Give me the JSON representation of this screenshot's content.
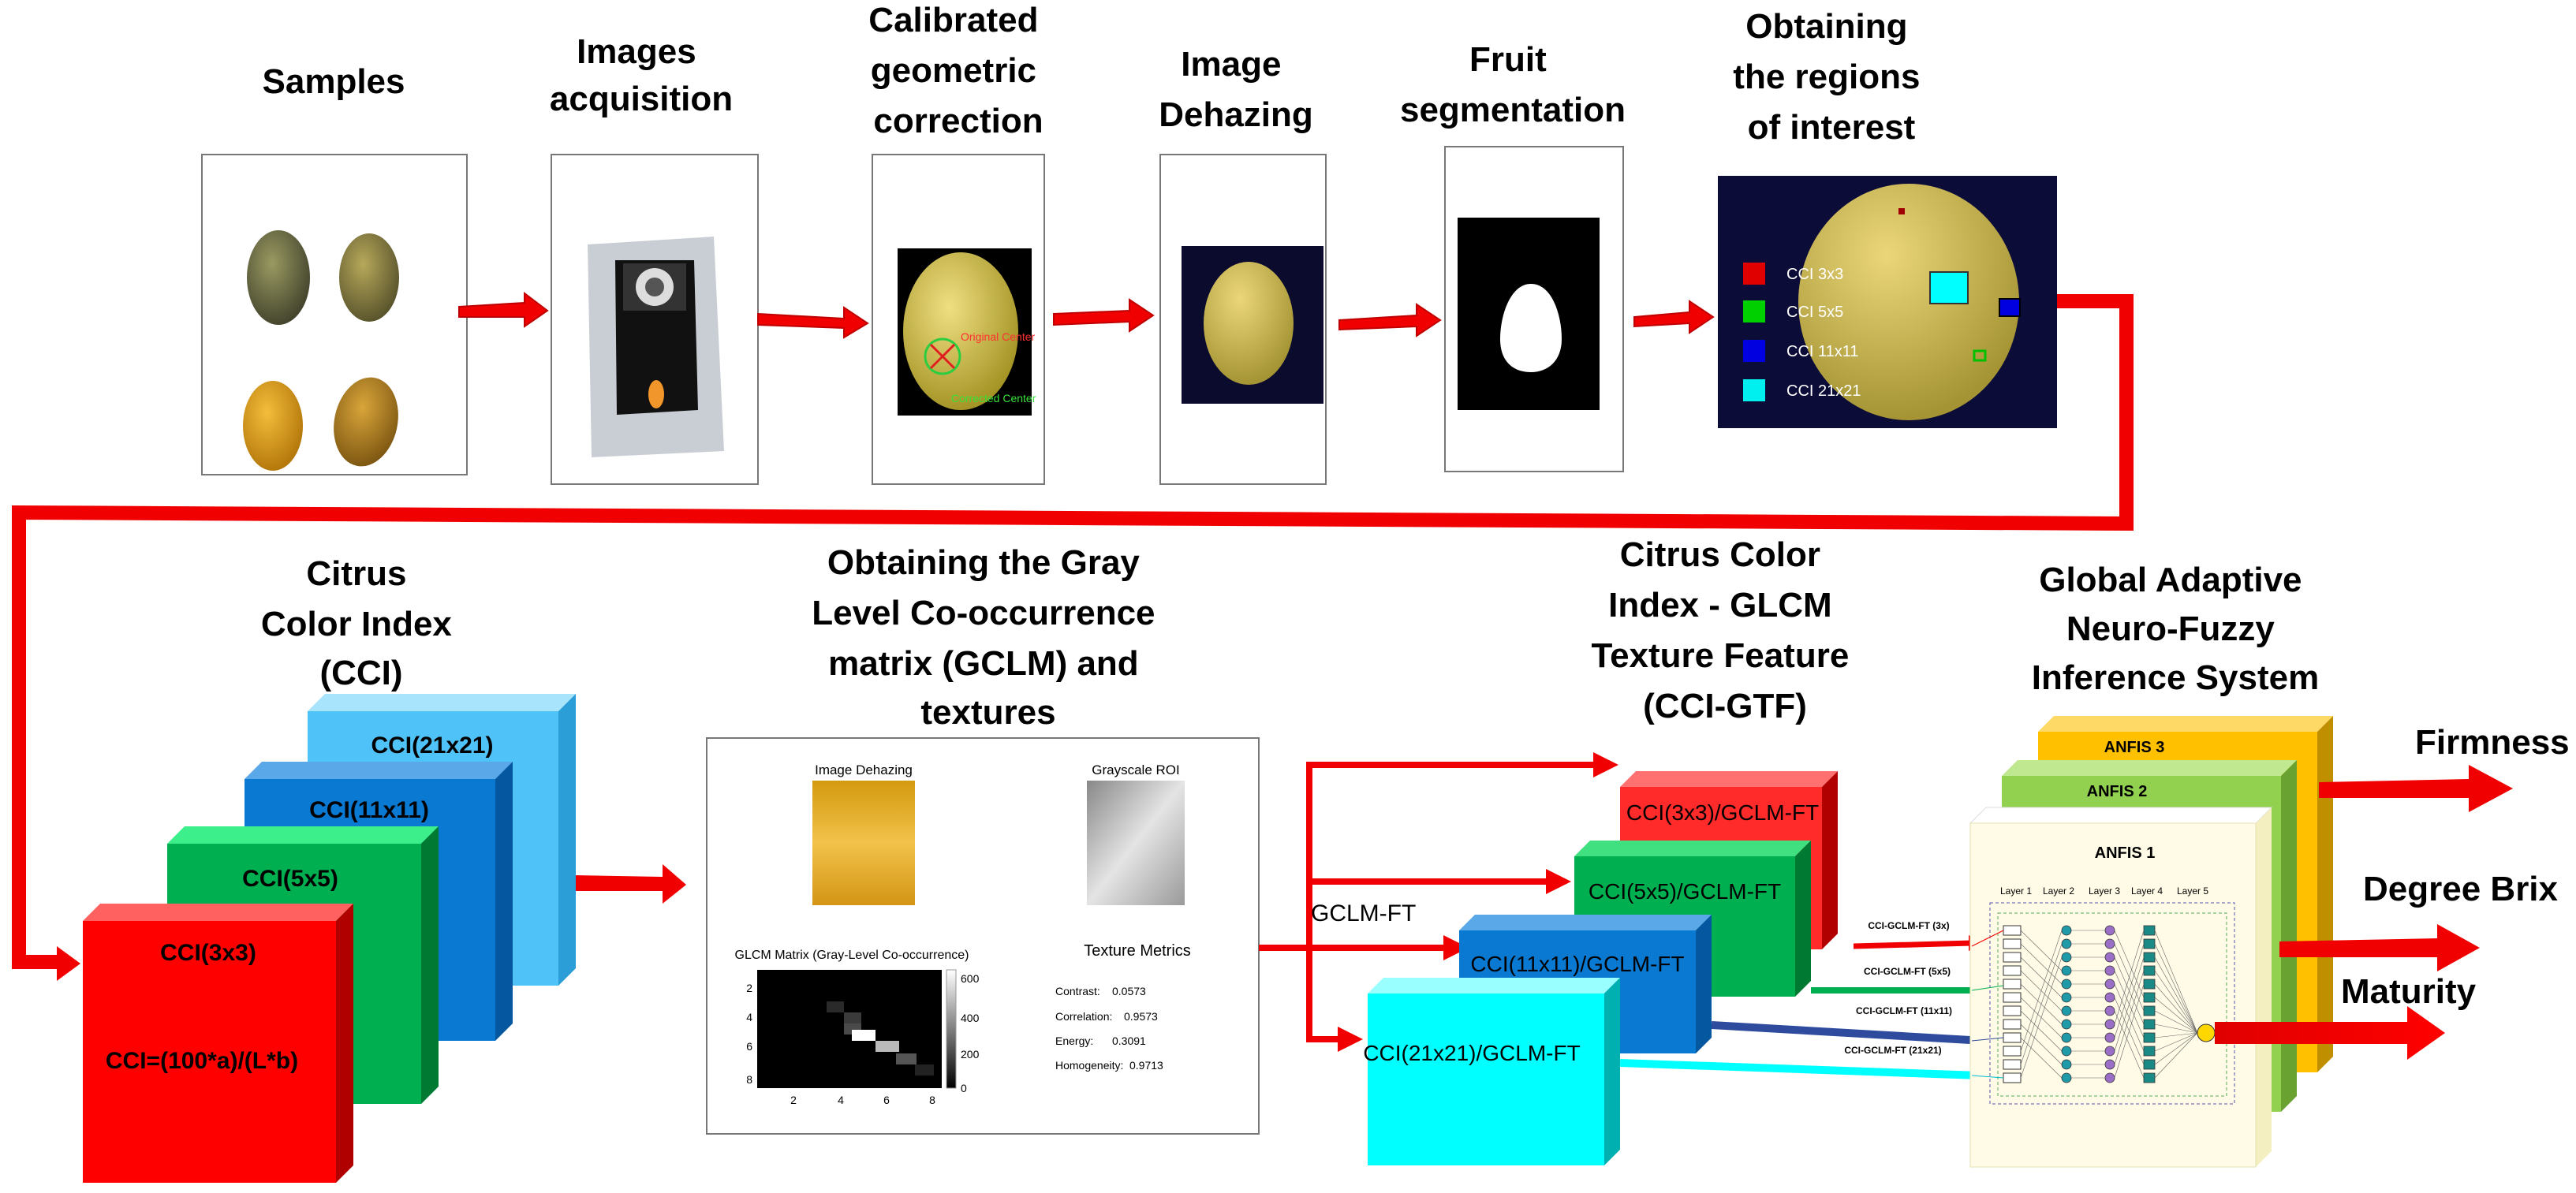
{
  "stages": {
    "samples": "Samples",
    "acquisition": [
      "Images",
      "acquisition"
    ],
    "geometric": [
      "Calibrated",
      "geometric",
      "correction"
    ],
    "dehazing": [
      "Image",
      "Dehazing"
    ],
    "segmentation": [
      "Fruit",
      "segmentation"
    ],
    "roi": [
      "Obtaining",
      "the regions",
      "of interest"
    ]
  },
  "geometric_labels": {
    "original": "Original Center",
    "corrected": "Corrected Center"
  },
  "roi_legend": [
    {
      "label": "CCI 3x3",
      "color": "#e00000"
    },
    {
      "label": "CCI 5x5",
      "color": "#00d000"
    },
    {
      "label": "CCI 11x11",
      "color": "#0000e0"
    },
    {
      "label": "CCI 21x21",
      "color": "#00f0f0"
    }
  ],
  "cci": {
    "title": [
      "Citrus",
      "Color Index",
      "(CCI)"
    ],
    "boxes": [
      "CCI(21x21)",
      "CCI(11x11)",
      "CCI(5x5)",
      "CCI(3x3)"
    ],
    "formula": "CCI=(100*a)/(L*b)"
  },
  "glcm": {
    "title": [
      "Obtaining the Gray",
      "Level Co-occurrence",
      "matrix (GCLM) and",
      "textures"
    ],
    "image_dehazing": "Image Dehazing",
    "grayscale_roi": "Grayscale ROI",
    "matrix_title": "GLCM Matrix (Gray-Level Co-occurrence)",
    "yticks": [
      "2",
      "4",
      "6",
      "8"
    ],
    "xticks": [
      "2",
      "4",
      "6",
      "8"
    ],
    "cbar_ticks": [
      "600",
      "400",
      "200",
      "0"
    ],
    "metrics_title": "Texture Metrics",
    "metrics": [
      {
        "name": "Contrast:",
        "value": "0.0573"
      },
      {
        "name": "Correlation:",
        "value": "0.9573"
      },
      {
        "name": "Energy:",
        "value": "0.3091"
      },
      {
        "name": "Homogeneity:",
        "value": "0.9713"
      }
    ]
  },
  "gtf": {
    "title": [
      "Citrus Color",
      "Index - GLCM",
      "Texture Feature",
      "(CCI-GTF)"
    ],
    "gclm_ft": "GCLM-FT",
    "boxes": [
      "CCI(3x3)/GCLM-FT",
      "CCI(5x5)/GCLM-FT",
      "CCI(11x11)/GCLM-FT",
      "CCI(21x21)/GCLM-FT"
    ],
    "arrow_labels": [
      "CCI-GCLM-FT (3x)",
      "CCI-GCLM-FT (5x5)",
      "CCI-GCLM-FT (11x11)",
      "CCI-GCLM-FT (21x21)"
    ]
  },
  "anfis": {
    "title": [
      "Global Adaptive",
      "Neuro-Fuzzy",
      "Inference System"
    ],
    "boxes": [
      "ANFIS 3",
      "ANFIS 2",
      "ANFIS 1"
    ],
    "layers": [
      "Layer 1",
      "Layer 2",
      "Layer 3",
      "Layer 4",
      "Layer 5"
    ]
  },
  "outputs": [
    "Firmness",
    "Degree Brix",
    "Maturity"
  ],
  "colors": {
    "arrow": "#f00000",
    "red": "#ff0000",
    "green": "#00b050",
    "blue": "#0070c0",
    "cyan": "#00ffff",
    "lightblue": "#4fc3f7",
    "anfis3": "#ffc000",
    "anfis2": "#92d050",
    "anfis1": "#fffbe6"
  }
}
